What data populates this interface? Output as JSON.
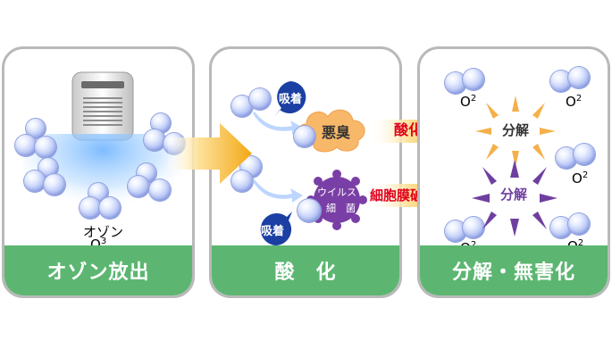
{
  "panels": {
    "emission": {
      "title": "オゾン放出",
      "ozone_label": "オゾン",
      "ozone_formula_base": "O",
      "ozone_formula_sub": "3"
    },
    "oxidation": {
      "title": "酸　化",
      "adsorb_top": "吸着",
      "adsorb_bottom": "吸着",
      "odor": "悪臭",
      "virus_line1": "ウイルス",
      "virus_line2": "細　菌"
    },
    "decomposition": {
      "title": "分解・無害化",
      "decompose_1": "分解",
      "decompose_2": "分解",
      "o2_base": "O",
      "o2_sub": "2"
    }
  },
  "arrows": {
    "oxidize_label": "酸化",
    "membrane_label": "細胞膜破壊"
  },
  "colors": {
    "footer_green": "#5cb671",
    "badge_blue": "#1b3fa3",
    "virus_purple": "#7a3fa6",
    "odor_orange": "#f7b86a",
    "arrow_yellow": "#f3a814",
    "red_text": "#e0001b"
  }
}
